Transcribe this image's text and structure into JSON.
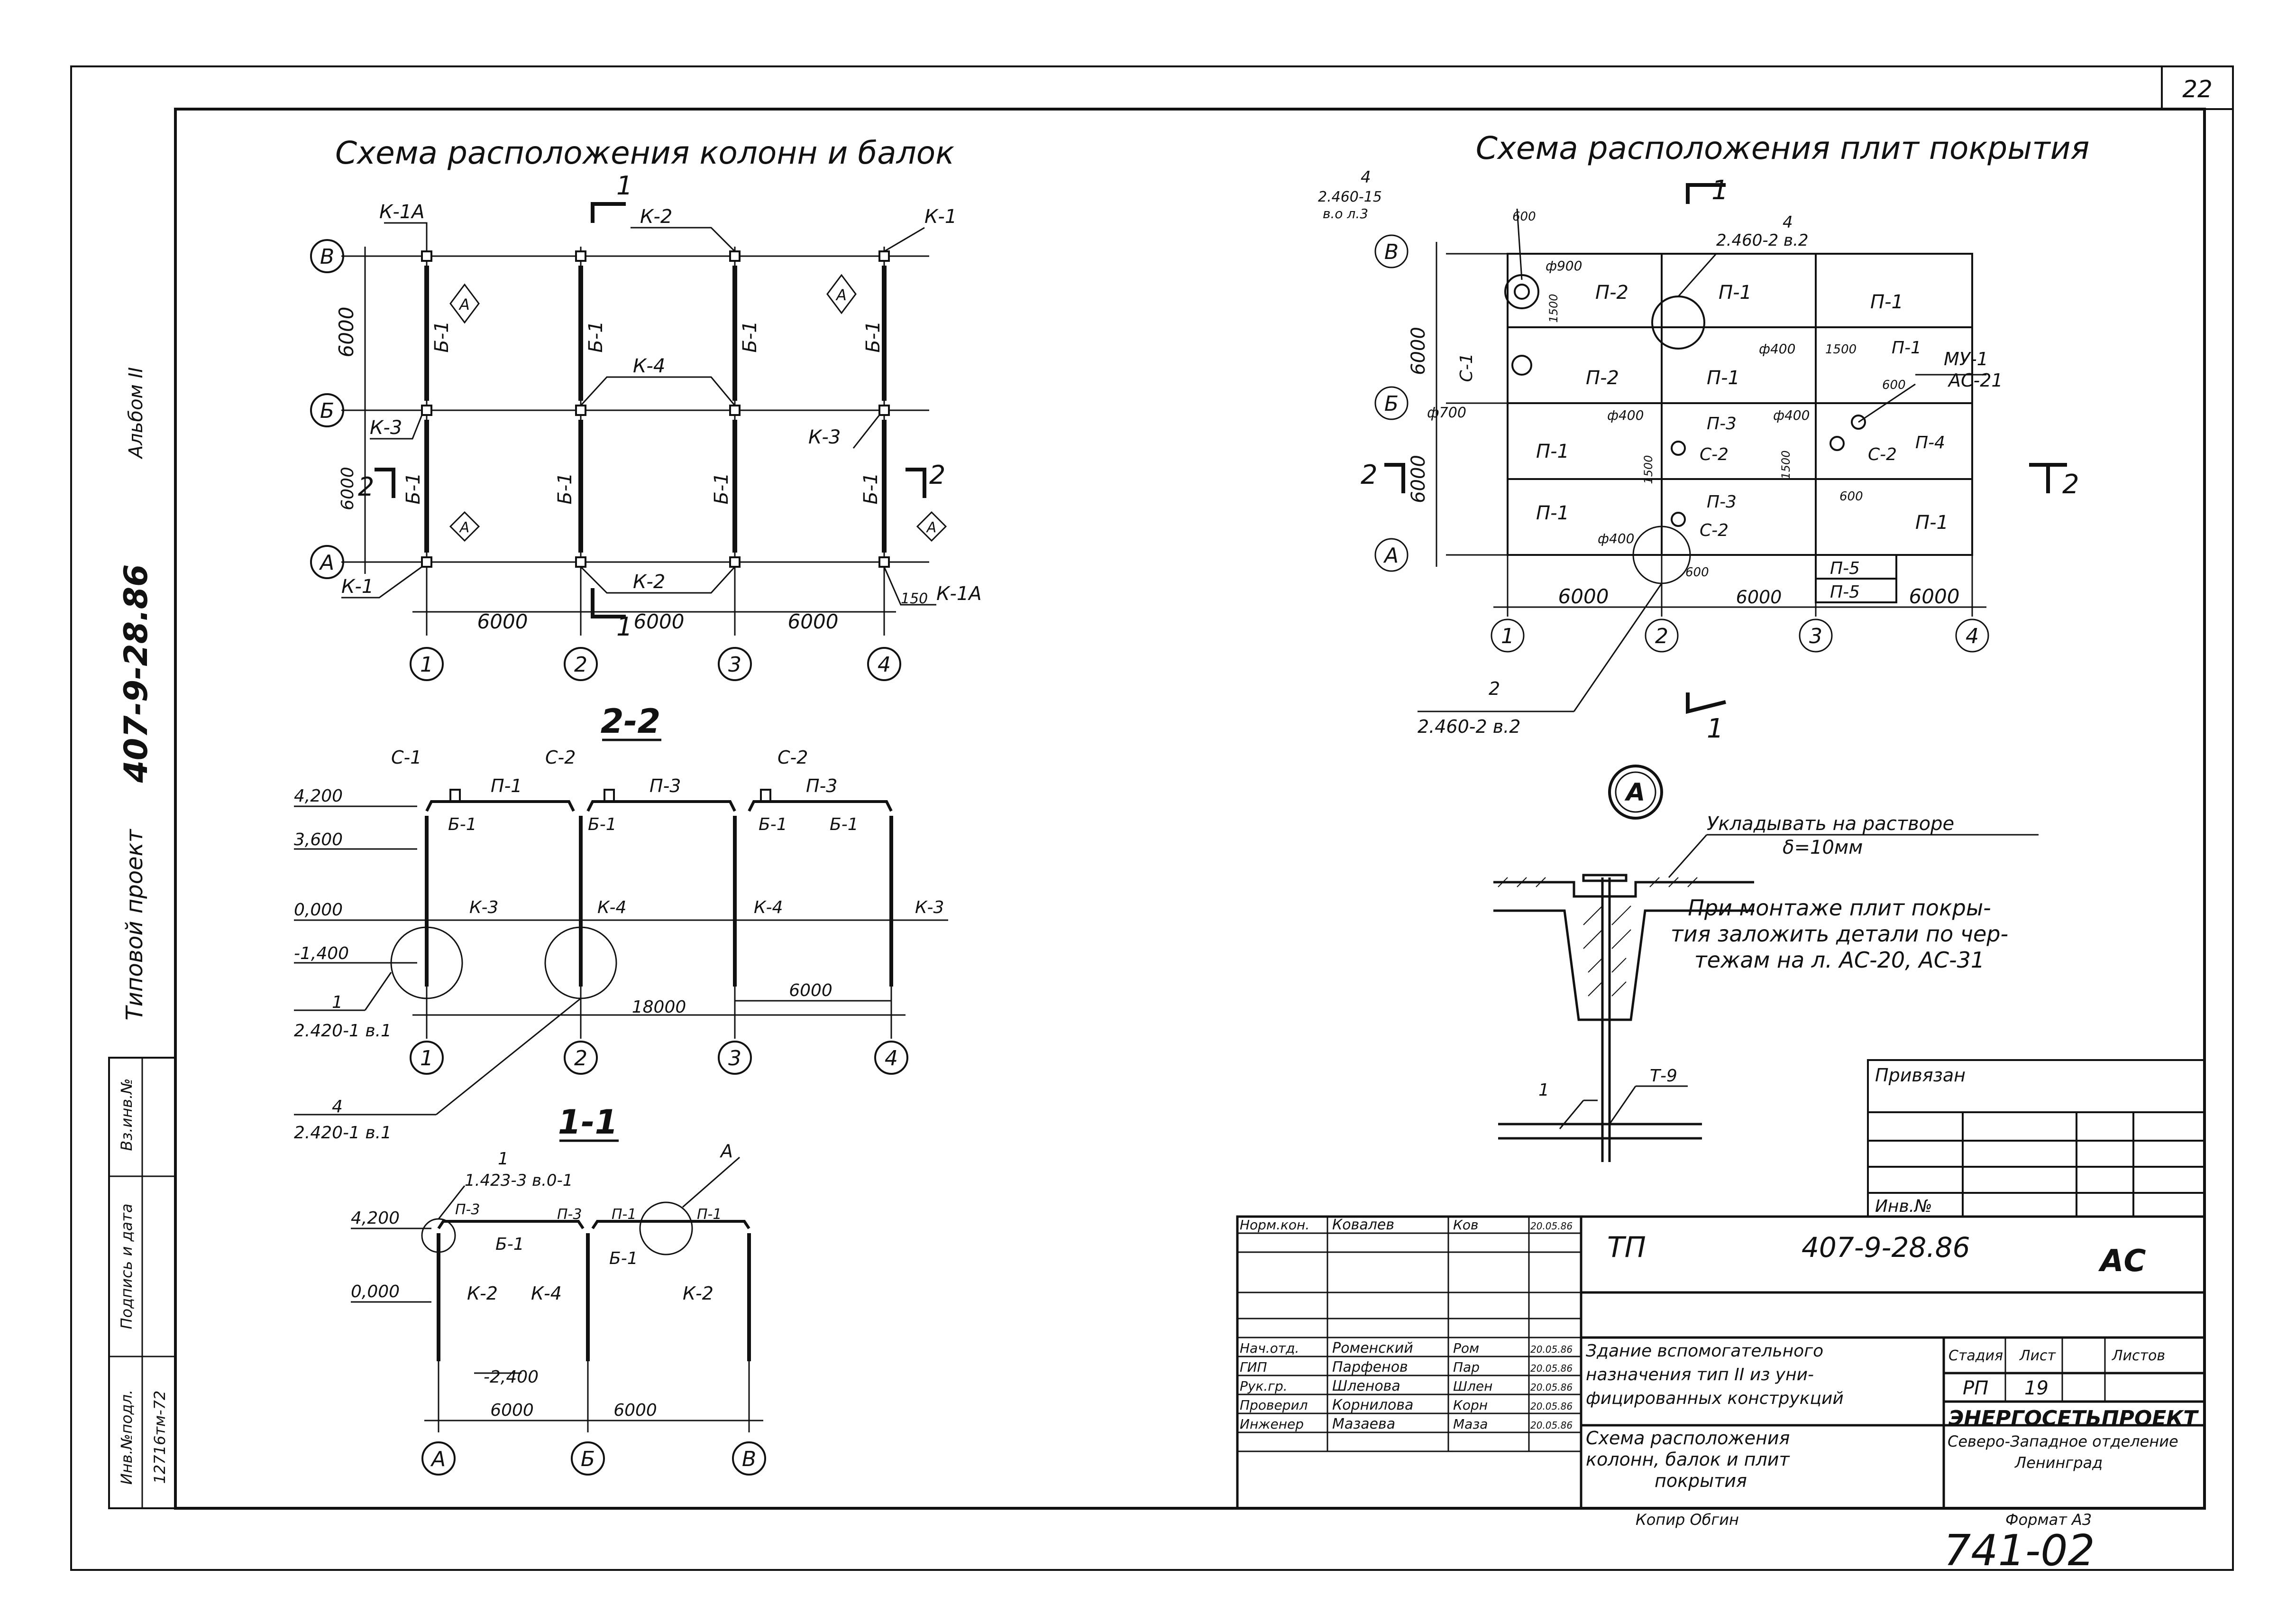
{
  "sheet_number": "22",
  "side_labels": {
    "album": "Альбом II",
    "project_code": "407-9-28.86",
    "project_type": "Типовой проект",
    "stamp_headers": [
      "Инв.№подл.",
      "Подпись и дата",
      "Вз.инв.№"
    ],
    "inv_value": "12716тм-72"
  },
  "plan1": {
    "title": "Схема расположения колонн и балок",
    "axes_x": [
      "1",
      "2",
      "3",
      "4"
    ],
    "axes_y": [
      "В",
      "Б",
      "А"
    ],
    "spans_x": [
      "6000",
      "6000",
      "6000"
    ],
    "spans_y": [
      "6000",
      "6000"
    ],
    "column_marks": [
      "К-1А",
      "К-2",
      "К-1",
      "К-4",
      "К-3",
      "К-3",
      "К-1",
      "К-2",
      "К-1А"
    ],
    "beam_mark": "Б-1",
    "callout_a": "А",
    "section_1": "1",
    "section_2": "2",
    "dim_150": "150"
  },
  "plan2": {
    "title": "Схема расположения плит покрытия",
    "axes_x": [
      "1",
      "2",
      "3",
      "4"
    ],
    "axes_y": [
      "В",
      "Б",
      "А"
    ],
    "spans_x": [
      "6000",
      "6000",
      "6000"
    ],
    "spans_y": [
      "6000",
      "6000"
    ],
    "slabs": [
      "П-2",
      "П-1",
      "П-1",
      "П-2",
      "П-1",
      "П-1",
      "П-1",
      "П-3",
      "П-4",
      "П-1",
      "П-3",
      "П-1",
      "П-5",
      "П-5"
    ],
    "supports": [
      "С-1",
      "С-2",
      "С-2",
      "С-2"
    ],
    "hole_labels": [
      "ф900",
      "ф700",
      "ф400",
      "ф400",
      "ф400",
      "ф400"
    ],
    "dims": [
      "600",
      "1500",
      "1500",
      "1500",
      "1500",
      "600",
      "600",
      "600"
    ],
    "node_marks": [
      "МУ-1",
      "АС-21"
    ],
    "ref_4_num": "4",
    "ref_4_sheet": "2.460-15",
    "ref_4_sub": "в.о л.3",
    "ref_4b_num": "4",
    "ref_4b_sheet": "2.460-2 в.2",
    "ref_2_num": "2",
    "ref_2_sheet": "2.460-2 в.2",
    "section_1": "1",
    "section_2": "2"
  },
  "section22": {
    "title": "2-2",
    "levels": [
      "4,200",
      "3,600",
      "0,000",
      "-1,400"
    ],
    "marks_top": [
      "С-1",
      "П-1",
      "С-2",
      "П-3",
      "С-2",
      "П-3"
    ],
    "beams": [
      "Б-1",
      "Б-1",
      "Б-1",
      "Б-1"
    ],
    "columns": [
      "К-3",
      "К-4",
      "К-4",
      "К-3"
    ],
    "axes": [
      "1",
      "2",
      "3",
      "4"
    ],
    "dim_total": "18000",
    "dim_span": "6000",
    "ref_1_num": "1",
    "ref_1_sheet": "2.420-1 в.1",
    "ref_4_num": "4",
    "ref_4_sheet": "2.420-1 в.1"
  },
  "section11": {
    "title": "1-1",
    "levels": [
      "4,200",
      "0,000",
      "-2,400"
    ],
    "ref_1_num": "1",
    "ref_1_sheet": "1.423-3 в.0-1",
    "ref_a": "А",
    "slabs": [
      "П-3",
      "П-3",
      "П-1",
      "П-1"
    ],
    "beams": [
      "Б-1",
      "Б-1"
    ],
    "columns": [
      "К-2",
      "К-4",
      "К-2"
    ],
    "dims": [
      "6000",
      "6000"
    ],
    "axes": [
      "А",
      "Б",
      "В"
    ]
  },
  "detail_a": {
    "label": "А",
    "note1": "Укладывать на растворе",
    "note2": "δ=10мм",
    "mark_1": "1",
    "mark_t9": "Т-9"
  },
  "note_mounting": [
    "При монтаже плит покры-",
    "тия заложить детали по чер-",
    "тежам на л. АС-20, АС-31"
  ],
  "privyazan": {
    "label": "Привязан",
    "inv_label": "Инв.№"
  },
  "title_block": {
    "stamp": "ТП",
    "code": "407-9-28.86",
    "mark": "АС",
    "people": [
      {
        "role": "Норм.кон.",
        "name": "Ковалев",
        "sign": "Ков",
        "date": "20.05.86"
      },
      {
        "role": "Нач.отд.",
        "name": "Роменский",
        "sign": "Ром",
        "date": "20.05.86"
      },
      {
        "role": "ГИП",
        "name": "Парфенов",
        "sign": "Пар",
        "date": "20.05.86"
      },
      {
        "role": "Рук.гр.",
        "name": "Шленова",
        "sign": "Шлен",
        "date": "20.05.86"
      },
      {
        "role": "Проверил",
        "name": "Корнилова",
        "sign": "Корн",
        "date": "20.05.86"
      },
      {
        "role": "Инженер",
        "name": "Мазаева",
        "sign": "Маза",
        "date": "20.05.86"
      }
    ],
    "building": [
      "Здание вспомогательного",
      "назначения тип II из уни-",
      "фицированных конструкций"
    ],
    "sheet_title": [
      "Схема расположения",
      "колонн, балок и плит",
      "покрытия"
    ],
    "stage_label": "Стадия",
    "sheet_label": "Лист",
    "sheets_label": "Листов",
    "stage": "РП",
    "sheet": "19",
    "org": "ЭНЕРГОСЕТЬПРОЕКТ",
    "org_sub1": "Северо-Западное отделение",
    "org_sub2": "Ленинград",
    "copied": "Копир Обгин",
    "format": "Формат А3",
    "doc_number": "741-02"
  }
}
